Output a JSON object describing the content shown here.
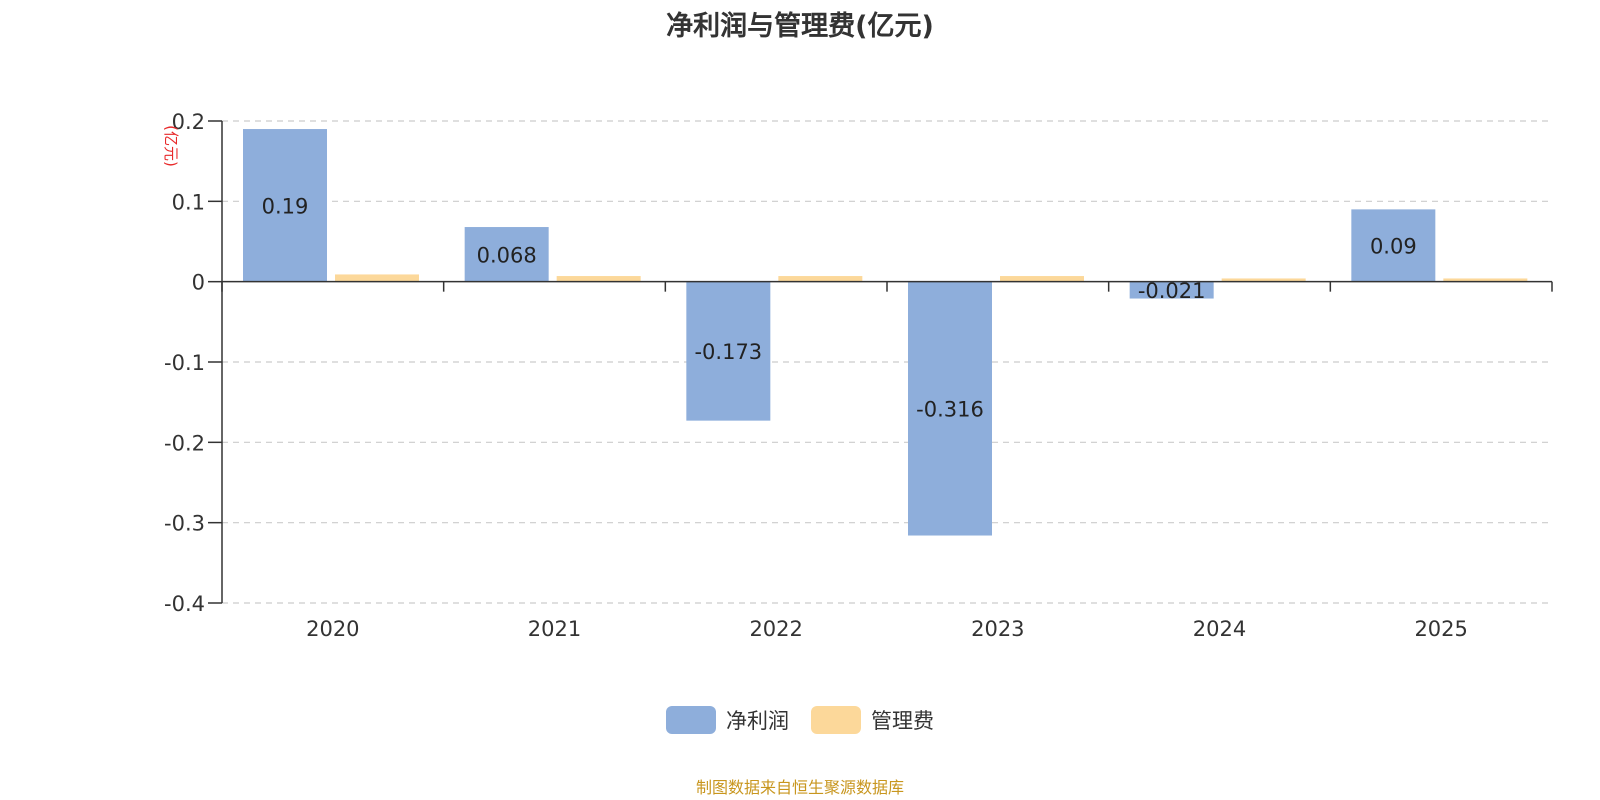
{
  "chart_data": {
    "type": "bar",
    "title": "净利润与管理费(亿元)",
    "ylabel": "(亿元)",
    "categories": [
      "2020",
      "2021",
      "2022",
      "2023",
      "2024",
      "2025"
    ],
    "series": [
      {
        "name": "净利润",
        "color": "#8eaedb",
        "values": [
          0.19,
          0.068,
          -0.173,
          -0.316,
          -0.021,
          0.09
        ],
        "labels": [
          "0.19",
          "0.068",
          "-0.173",
          "-0.316",
          "-0.021",
          "0.09"
        ]
      },
      {
        "name": "管理费",
        "color": "#fcd89a",
        "values": [
          0.009,
          0.007,
          0.007,
          0.007,
          0.004,
          0.004
        ]
      }
    ],
    "ylim": [
      -0.4,
      0.2
    ],
    "yticks": [
      0.2,
      0.1,
      0,
      -0.1,
      -0.2,
      -0.3,
      -0.4
    ],
    "ytick_labels": [
      "0.2",
      "0.1",
      "0",
      "-0.1",
      "-0.2",
      "-0.3",
      "-0.4"
    ],
    "grid": true,
    "legend_position": "bottom-center"
  },
  "source_note": "制图数据来自恒生聚源数据库",
  "colors": {
    "title": "#333333",
    "ylabel": "#e8292a",
    "source": "#c8961e",
    "grid": "#cccccc",
    "axis": "#333333"
  }
}
